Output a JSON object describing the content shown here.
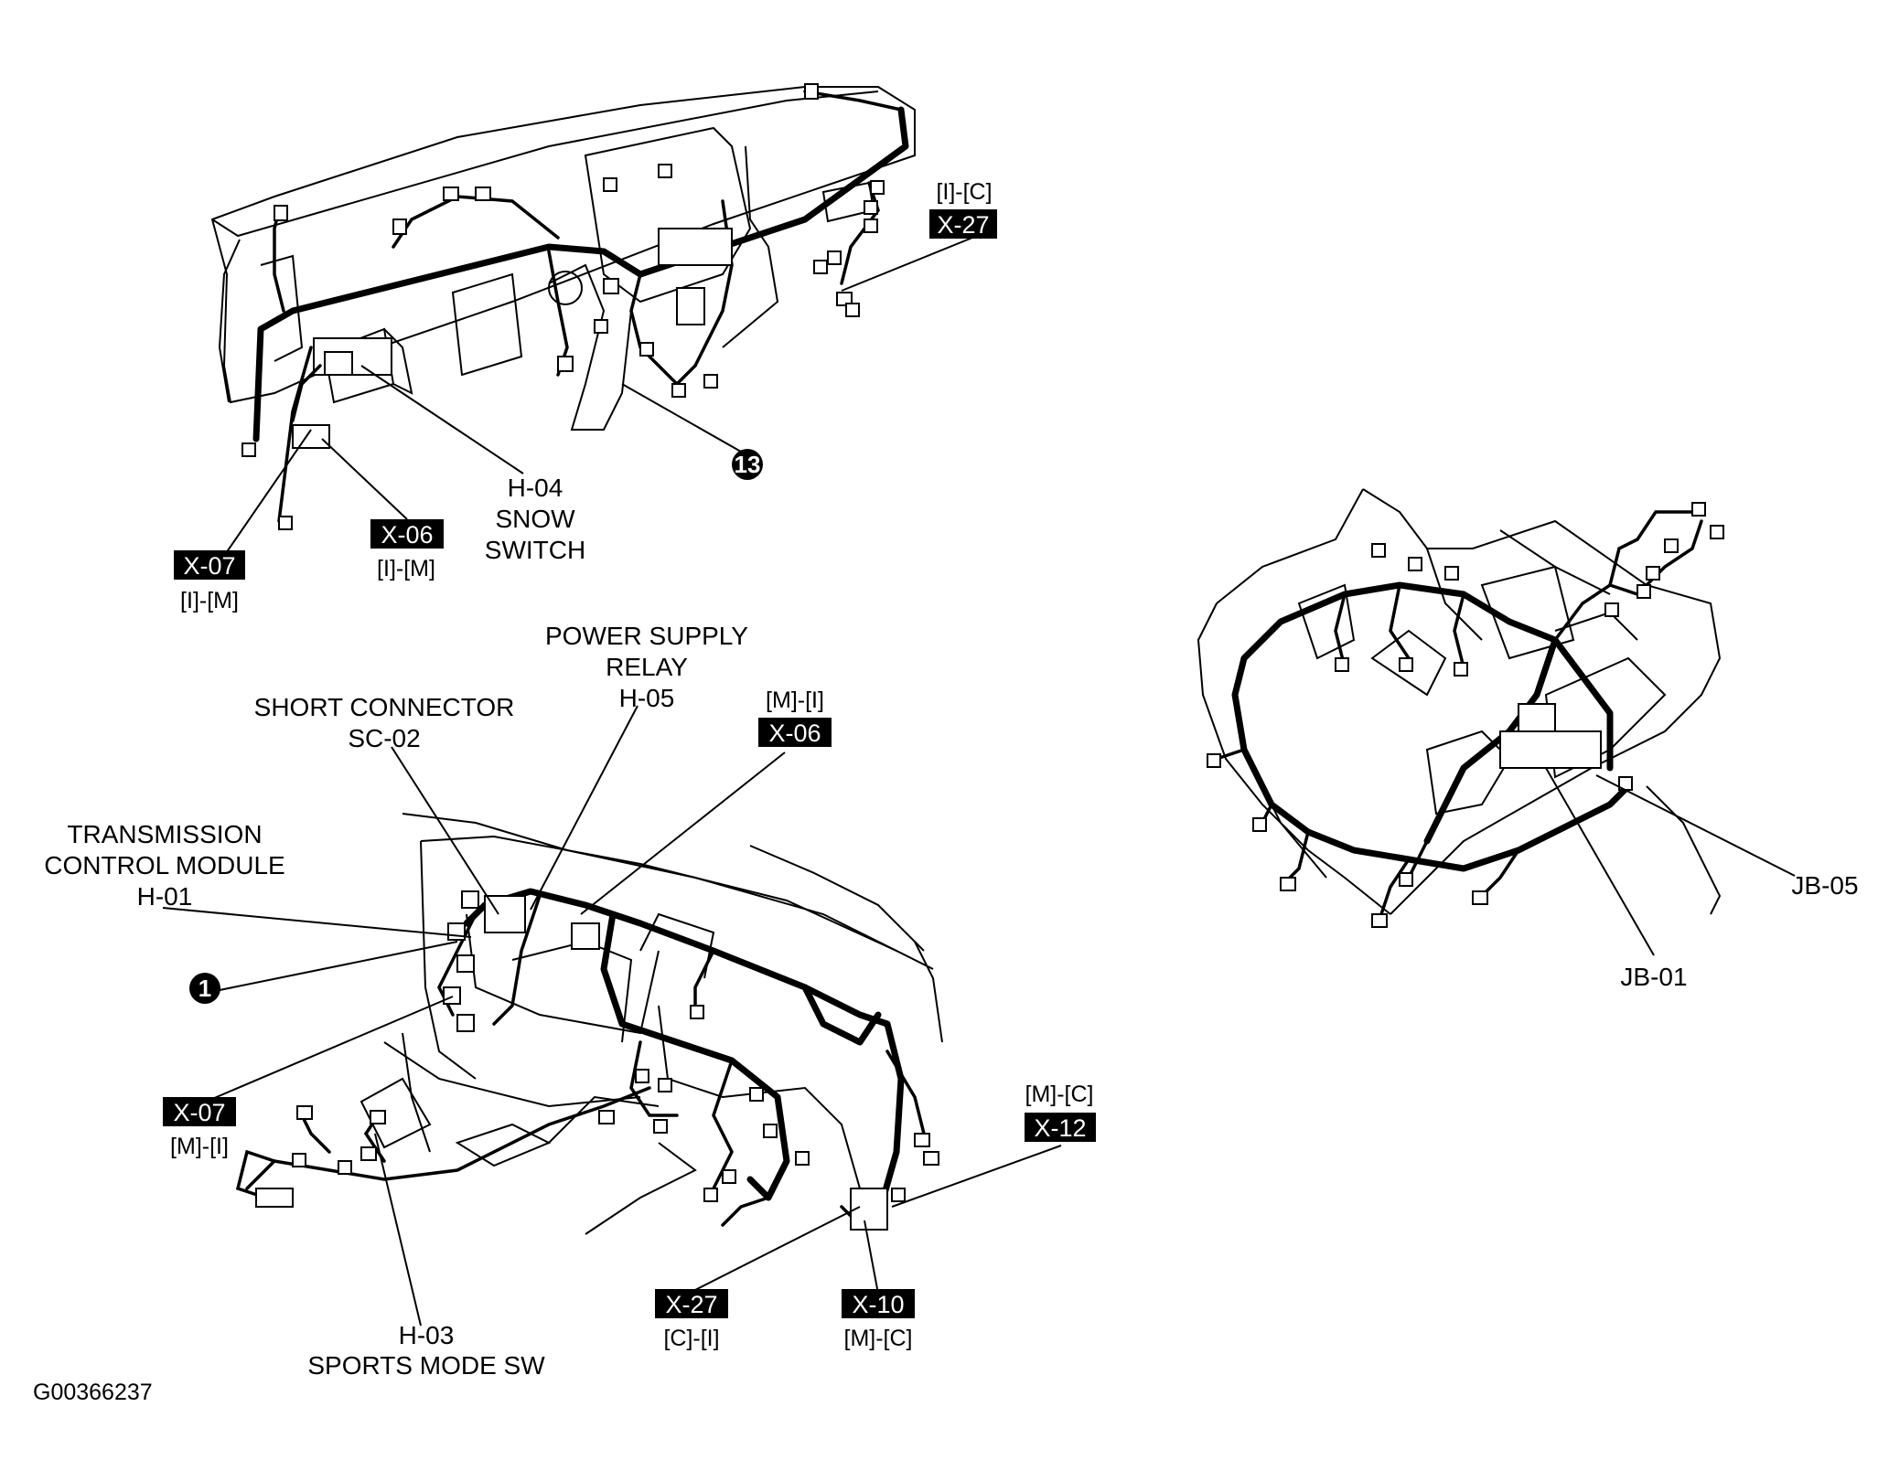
{
  "figure_id": "G00366237",
  "top_view": {
    "x27": {
      "tag": "X-27",
      "code": "[I]-[C]"
    },
    "x06": {
      "tag": "X-06",
      "code": "[I]-[M]"
    },
    "x07": {
      "tag": "X-07",
      "code": "[I]-[M]"
    },
    "h04": {
      "line1": "H-04",
      "line2": "SNOW",
      "line3": "SWITCH"
    },
    "callout_13": "13"
  },
  "bottom_view": {
    "tcm": {
      "line1": "TRANSMISSION",
      "line2": "CONTROL MODULE",
      "line3": "H-01"
    },
    "short_conn": {
      "line1": "SHORT CONNECTOR",
      "line2": "SC-02"
    },
    "psr": {
      "line1": "POWER SUPPLY",
      "line2": "RELAY",
      "line3": "H-05"
    },
    "x06": {
      "tag": "X-06",
      "code": "[M]-[I]"
    },
    "x07": {
      "tag": "X-07",
      "code": "[M]-[I]"
    },
    "x12": {
      "tag": "X-12",
      "code": "[M]-[C]"
    },
    "x27": {
      "tag": "X-27",
      "code": "[C]-[I]"
    },
    "x10": {
      "tag": "X-10",
      "code": "[M]-[C]"
    },
    "h03": {
      "line1": "H-03",
      "line2": "SPORTS MODE SW"
    },
    "callout_1": "1"
  },
  "engine_view": {
    "jb05": "JB-05",
    "jb01": "JB-01"
  }
}
